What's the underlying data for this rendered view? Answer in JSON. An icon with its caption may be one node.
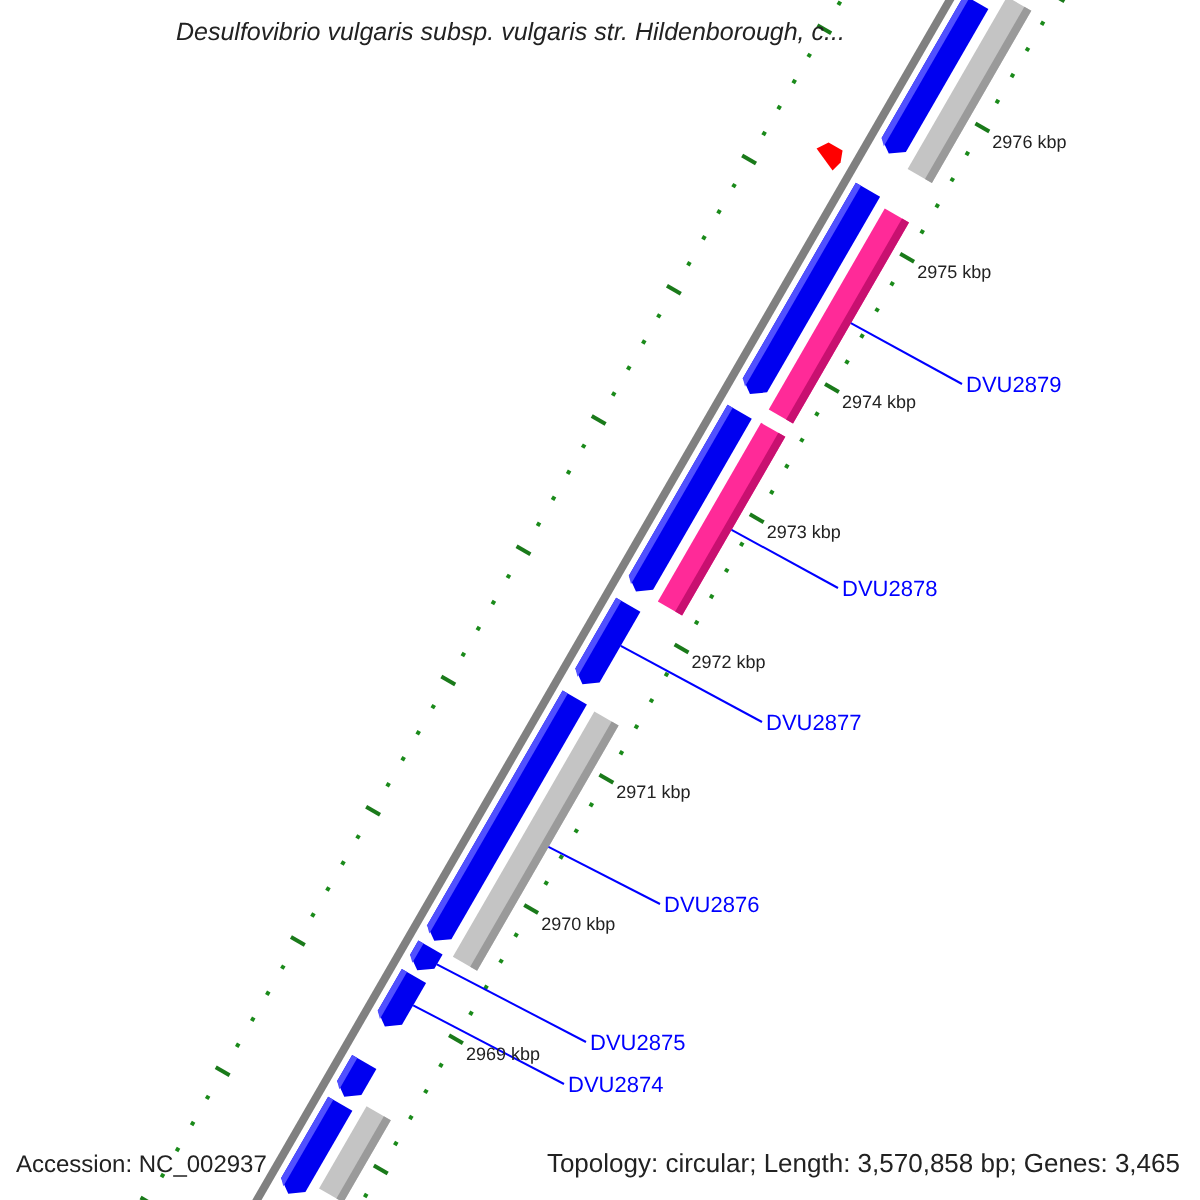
{
  "diagram": {
    "title": "Desulfovibrio vulgaris subsp. vulgaris str. Hildenborough, c...",
    "nodes": [
      {
        "text": [
          "DVU2879"
        ]
      },
      {
        "text": [
          "DVU2878"
        ]
      },
      {
        "text": [
          "DVU2877"
        ]
      },
      {
        "text": [
          "DVU2876"
        ]
      },
      {
        "text": [
          "DVU2875"
        ]
      },
      {
        "text": [
          "DVU2874"
        ]
      },
      {
        "text": [],
        "shape": "arrow"
      },
      {
        "text": [],
        "shape": "bar"
      },
      {
        "text": [],
        "shape": "arrow"
      },
      {
        "text": [],
        "shape": "bar"
      },
      {
        "text": [],
        "shape": "arrow"
      },
      {
        "text": [],
        "shape": "bar"
      },
      {
        "text": [],
        "shape": "arrow"
      },
      {
        "text": [],
        "shape": "arrow"
      },
      {
        "text": [],
        "shape": "bar"
      },
      {
        "text": [],
        "shape": "arrow"
      },
      {
        "text": [],
        "shape": "arrow"
      },
      {
        "text": [],
        "shape": "arrow"
      },
      {
        "text": [],
        "shape": "bar"
      },
      {
        "text": [],
        "shape": "arrow"
      }
    ],
    "edges": [
      {
        "from": 0,
        "to": 9,
        "arrow": "none"
      },
      {
        "from": 1,
        "to": 11,
        "arrow": "none"
      },
      {
        "from": 2,
        "to": 12,
        "arrow": "none"
      },
      {
        "from": 3,
        "to": 14,
        "arrow": "none"
      },
      {
        "from": 4,
        "to": 15,
        "arrow": "none"
      },
      {
        "from": 5,
        "to": 16,
        "arrow": "none"
      }
    ],
    "labels": [
      "2976 kbp",
      "2975 kbp",
      "2974 kbp",
      "2973 kbp",
      "2972 kbp",
      "2971 kbp",
      "2970 kbp",
      "2969 kbp",
      "Accession: NC_002937",
      "Topology: circular; Length: 3,570,858 bp; Genes: 3,465"
    ]
  }
}
